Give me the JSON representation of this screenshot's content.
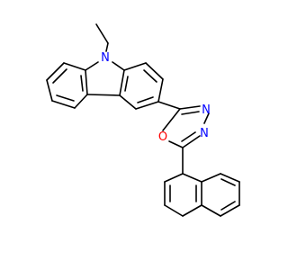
{
  "molecule": {
    "atoms": {
      "carbazole_n": "N",
      "oxadiazole_n_top": "N",
      "oxadiazole_n_right": "N",
      "oxadiazole_o": "O"
    },
    "colors": {
      "bond": "#000000",
      "nitrogen": "#0000ff",
      "oxygen": "#ff0000",
      "background": "#ffffff"
    }
  }
}
